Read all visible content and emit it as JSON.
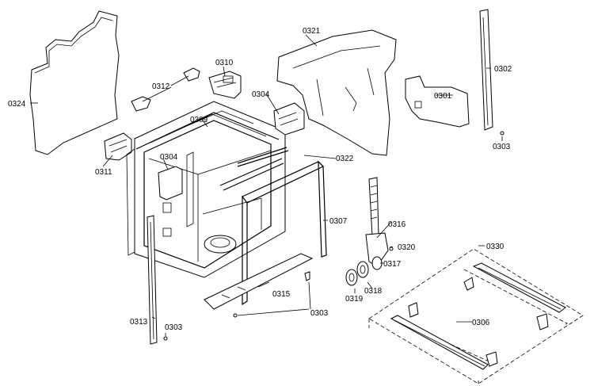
{
  "labels": {
    "p0301": "0301",
    "p0302": "0302",
    "p0303a": "0303",
    "p0303b": "0303",
    "p0303c": "0303",
    "p0304a": "0304",
    "p0304b": "0304",
    "p0306": "0306",
    "p0307": "0307",
    "p0309": "0309",
    "p0310": "0310",
    "p0311": "0311",
    "p0312": "0312",
    "p0313": "0313",
    "p0315": "0315",
    "p0316": "0316",
    "p0317": "0317",
    "p0318": "0318",
    "p0319": "0319",
    "p0320": "0320",
    "p0321": "0321",
    "p0322": "0322",
    "p0324": "0324",
    "p0330": "0330"
  }
}
